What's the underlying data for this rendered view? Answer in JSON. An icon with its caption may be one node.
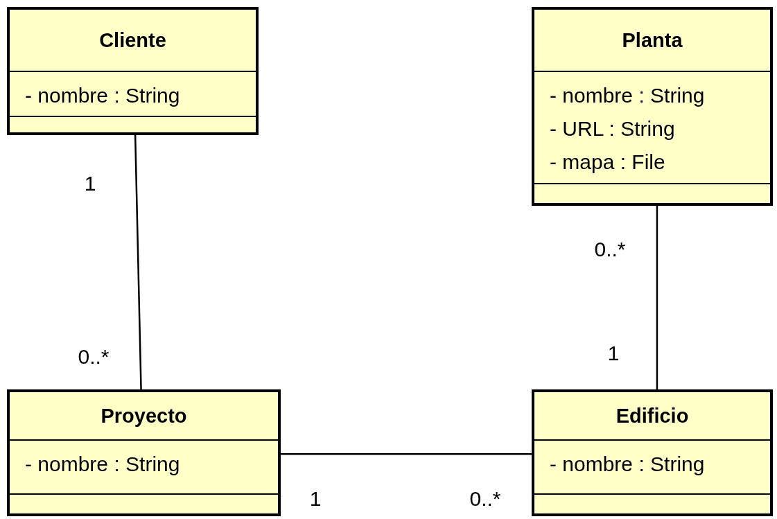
{
  "diagram": {
    "nodes": [
      {
        "text": [
          "Cliente",
          "- nombre : String"
        ]
      },
      {
        "text": [
          "Planta",
          "- nombre : String",
          "- URL : String",
          "- mapa : File"
        ]
      },
      {
        "text": [
          "Proyecto",
          "- nombre : String"
        ]
      },
      {
        "text": [
          "Edificio",
          "- nombre : String"
        ]
      }
    ],
    "edges": [
      {
        "from": 0,
        "to": 2,
        "arrow": "none"
      },
      {
        "from": 1,
        "to": 3,
        "arrow": "none"
      },
      {
        "from": 2,
        "to": 3,
        "arrow": "none"
      }
    ],
    "labels": [
      "1",
      "0..*",
      "0..*",
      "1",
      "1",
      "0..*"
    ]
  }
}
